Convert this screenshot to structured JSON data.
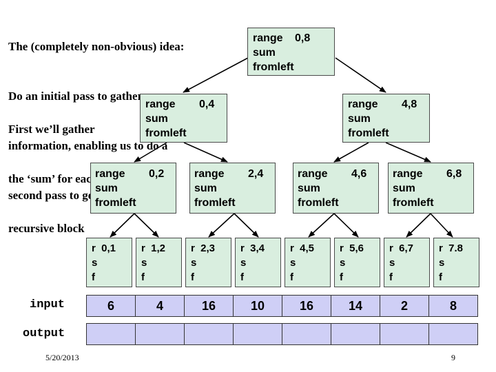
{
  "intro": {
    "lines": [
      "The (completely non-obvious) idea:",
      "Do an initial pass to gather",
      "information, enabling us to do a",
      "second pass to get the answer"
    ]
  },
  "note": {
    "lines": [
      "First we’ll gather",
      "the ‘sum’ for each",
      "recursive block"
    ]
  },
  "tree": {
    "root": {
      "range_label": "range",
      "range_value": "0,8",
      "sum_label": "sum",
      "fromleft_label": "fromleft"
    },
    "level1": [
      {
        "range_label": "range",
        "range_value": "0,4",
        "sum_label": "sum",
        "fromleft_label": "fromleft"
      },
      {
        "range_label": "range",
        "range_value": "4,8",
        "sum_label": "sum",
        "fromleft_label": "fromleft"
      }
    ],
    "level2": [
      {
        "range_label": "range",
        "range_value": "0,2",
        "sum_label": "sum",
        "fromleft_label": "fromleft"
      },
      {
        "range_label": "range",
        "range_value": "2,4",
        "sum_label": "sum",
        "fromleft_label": "fromleft"
      },
      {
        "range_label": "range",
        "range_value": "4,6",
        "sum_label": "sum",
        "fromleft_label": "fromleft"
      },
      {
        "range_label": "range",
        "range_value": "6,8",
        "sum_label": "sum",
        "fromleft_label": "fromleft"
      }
    ],
    "leaves": [
      {
        "r": "r  0,1",
        "s": "s",
        "f": "f"
      },
      {
        "r": "r  1,2",
        "s": "s",
        "f": "f"
      },
      {
        "r": "r  2,3",
        "s": "s",
        "f": "f"
      },
      {
        "r": "r  3,4",
        "s": "s",
        "f": "f"
      },
      {
        "r": "r  4,5",
        "s": "s",
        "f": "f"
      },
      {
        "r": "r  5,6",
        "s": "s",
        "f": "f"
      },
      {
        "r": "r  6,7",
        "s": "s",
        "f": "f"
      },
      {
        "r": "r  7.8",
        "s": "s",
        "f": "f"
      }
    ]
  },
  "arrays": {
    "input_label": "input",
    "input_values": [
      "6",
      "4",
      "16",
      "10",
      "16",
      "14",
      "2",
      "8"
    ],
    "output_label": "output",
    "output_values": [
      "",
      "",
      "",
      "",
      "",
      "",
      "",
      ""
    ]
  },
  "footer": {
    "date": "5/20/2013",
    "page": "9"
  },
  "colors": {
    "node_fill": "#d9eedf",
    "array_fill": "#cfcff6",
    "border": "#4a4a4a"
  }
}
